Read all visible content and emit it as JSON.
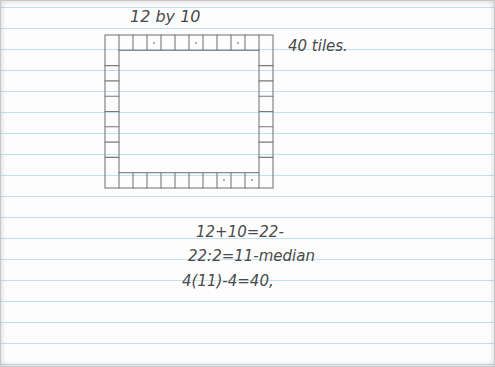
{
  "diagram": {
    "labels": [
      "12 by 10",
      "40 tiles.",
      "12+10=22-",
      "22:2=11-median",
      "4(11)-4=40,"
    ]
  }
}
